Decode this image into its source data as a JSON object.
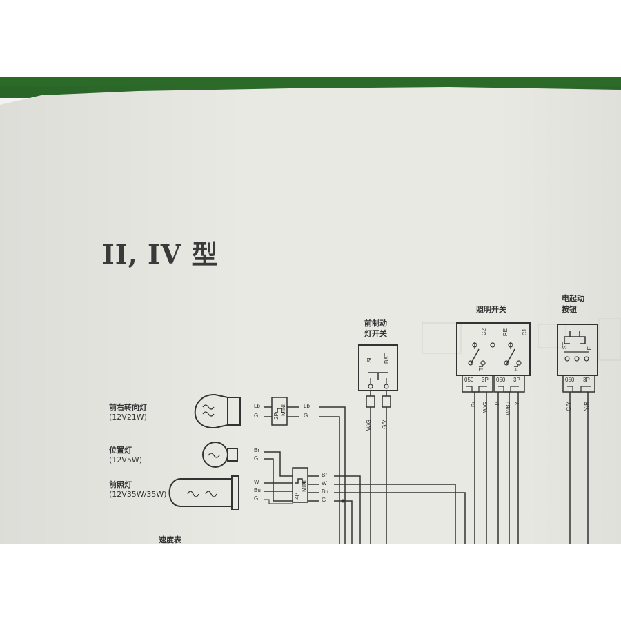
{
  "document": {
    "title": "II, IV 型"
  },
  "components": {
    "front_right_turn_lamp": {
      "name": "前右转向灯",
      "rating": "(12V21W)",
      "wires": [
        "Lb",
        "G"
      ]
    },
    "position_lamp": {
      "name": "位置灯",
      "rating": "(12V5W)",
      "wires": [
        "Br",
        "G"
      ]
    },
    "headlamp": {
      "name": "前照灯",
      "rating": "(12V35W/35W)",
      "wires": [
        "W",
        "Bu",
        "G"
      ]
    },
    "front_brake_switch": {
      "name_line1": "前制动",
      "name_line2": "灯开关",
      "terminals": [
        "SL",
        "BAT"
      ],
      "wires": [
        "W/G",
        "G/Y"
      ]
    },
    "lighting_switch": {
      "name": "照明开关",
      "terminals": [
        "C2",
        "RE",
        "C1",
        "TL",
        "HL"
      ],
      "connectors": [
        "050",
        "3P",
        "050",
        "3P"
      ],
      "wires": [
        "Br",
        "W/G",
        "P",
        "W/Bu",
        "Y"
      ]
    },
    "starter_button": {
      "name_line1": "电起动",
      "name_line2": "按钮",
      "terminals": [
        "ST",
        "E"
      ],
      "connectors": [
        "050",
        "3P"
      ],
      "wires": [
        "G/Y",
        "Y/R"
      ]
    },
    "connector_2p": {
      "labels": [
        "2P",
        "MINI"
      ],
      "wires": [
        "Lb",
        "G"
      ]
    },
    "connector_4p": {
      "labels": [
        "4P",
        "MINI"
      ],
      "wires": [
        "Br",
        "W",
        "Bu",
        "G"
      ]
    },
    "speedometer_partial": {
      "name": "速度表"
    }
  }
}
